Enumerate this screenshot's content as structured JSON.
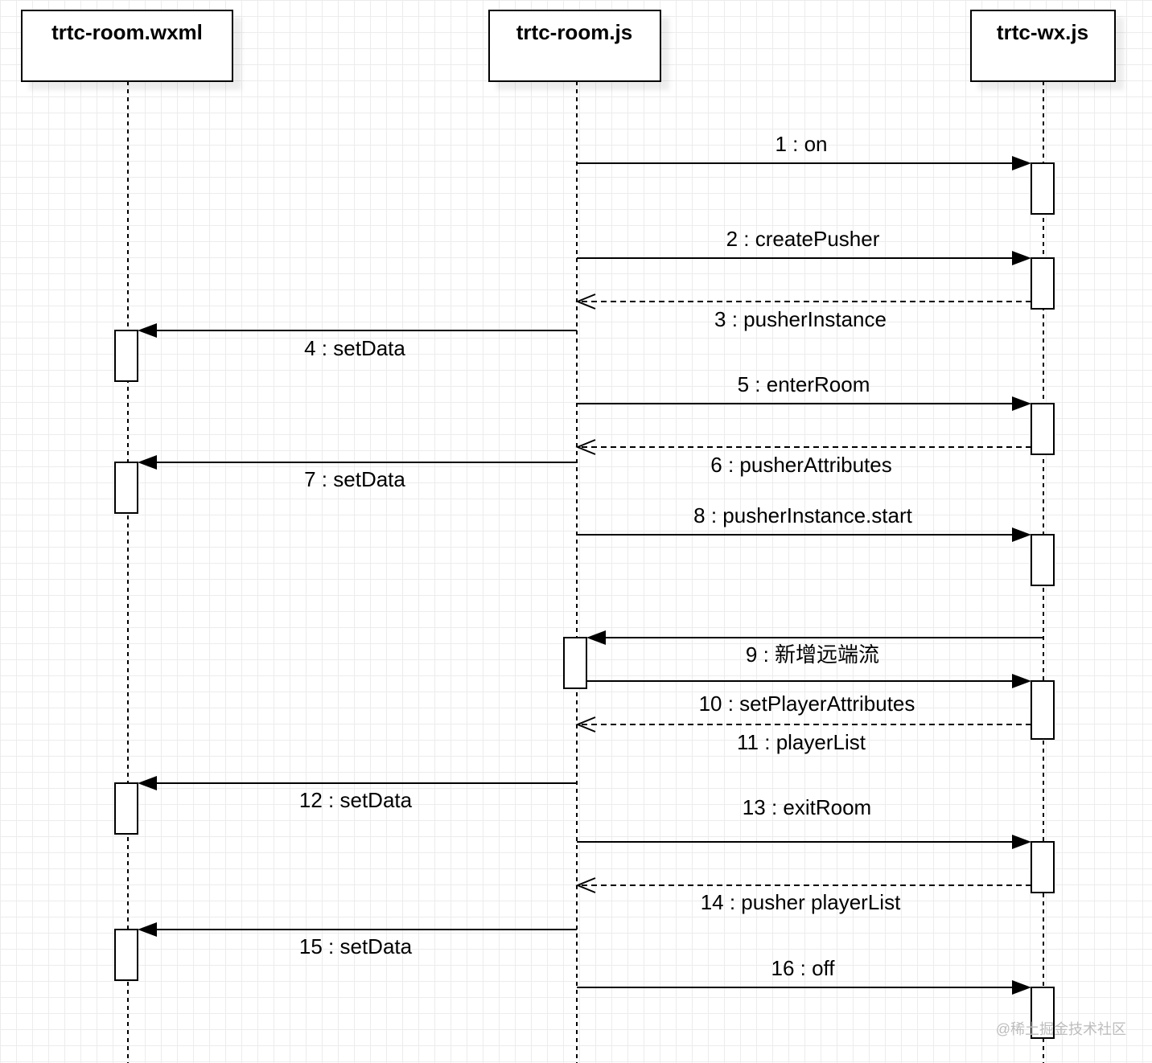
{
  "participants": [
    {
      "id": "wxml",
      "label": "trtc-room.wxml"
    },
    {
      "id": "js",
      "label": "trtc-room.js"
    },
    {
      "id": "wx",
      "label": "trtc-wx.js"
    }
  ],
  "messages": [
    {
      "from": "js",
      "to": "wx",
      "label": "1 : on",
      "kind": "call"
    },
    {
      "from": "js",
      "to": "wx",
      "label": "2 : createPusher",
      "kind": "call"
    },
    {
      "from": "wx",
      "to": "js",
      "label": "3 : pusherInstance",
      "kind": "return"
    },
    {
      "from": "js",
      "to": "wxml",
      "label": "4 : setData",
      "kind": "call"
    },
    {
      "from": "js",
      "to": "wx",
      "label": "5 : enterRoom",
      "kind": "call"
    },
    {
      "from": "wx",
      "to": "js",
      "label": "6 : pusherAttributes",
      "kind": "return"
    },
    {
      "from": "js",
      "to": "wxml",
      "label": "7 : setData",
      "kind": "call"
    },
    {
      "from": "js",
      "to": "wx",
      "label": "8 : pusherInstance.start",
      "kind": "call"
    },
    {
      "from": "wx",
      "to": "js",
      "label": "9 : 新增远端流",
      "kind": "call"
    },
    {
      "from": "js",
      "to": "wx",
      "label": "10 : setPlayerAttributes",
      "kind": "call"
    },
    {
      "from": "wx",
      "to": "js",
      "label": "11 : playerList",
      "kind": "return"
    },
    {
      "from": "js",
      "to": "wxml",
      "label": "12 : setData",
      "kind": "call"
    },
    {
      "from": "js",
      "to": "wx",
      "label": "13 : exitRoom",
      "kind": "call"
    },
    {
      "from": "wx",
      "to": "js",
      "label": "14 : pusher playerList",
      "kind": "return"
    },
    {
      "from": "js",
      "to": "wxml",
      "label": "15 : setData",
      "kind": "call"
    },
    {
      "from": "js",
      "to": "wx",
      "label": "16 : off",
      "kind": "call"
    }
  ],
  "watermark": "@稀土掘金技术社区"
}
